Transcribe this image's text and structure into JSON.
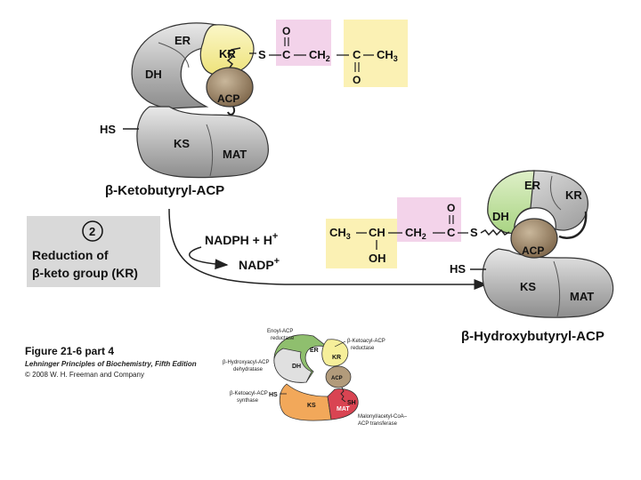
{
  "top_complex": {
    "domains": {
      "er": "ER",
      "kr": "KR",
      "dh": "DH",
      "acp": "ACP",
      "ks": "KS",
      "mat": "MAT"
    },
    "hs": "HS",
    "thioester_s": "S",
    "oxygen_top": "O",
    "oxygen_bottom": "O",
    "carbon_1": "C",
    "ch2": "CH",
    "ch2_sub": "2",
    "carbon_3": "C",
    "ch3": "CH",
    "ch3_sub": "3",
    "name": "β-Ketobutyryl-ACP"
  },
  "step": {
    "number": "2",
    "line1": "Reduction of",
    "line2": "β-keto group (KR)"
  },
  "reaction": {
    "cofactor_in": "NADPH + H",
    "cofactor_in_sup": "+",
    "cofactor_out": "NADP",
    "cofactor_out_sup": "+"
  },
  "bottom_complex": {
    "domains": {
      "er": "ER",
      "kr": "KR",
      "dh": "DH",
      "acp": "ACP",
      "ks": "KS",
      "mat": "MAT"
    },
    "hs": "HS",
    "ch3": "CH",
    "ch3_sub": "3",
    "ch": "CH",
    "oh": "OH",
    "ch2": "CH",
    "ch2_sub": "2",
    "carbon": "C",
    "oxygen": "O",
    "thioester_s": "S",
    "name": "β-Hydroxybutyryl-ACP"
  },
  "caption": {
    "title": "Figure 21-6 part 4",
    "book": "Lehninger Principles of Biochemistry, Fifth Edition",
    "copyright": "© 2008 W. H. Freeman and Company"
  },
  "key_diagram": {
    "domains": {
      "er": "ER",
      "kr": "KR",
      "dh": "DH",
      "acp": "ACP",
      "ks": "KS",
      "mat": "MAT"
    },
    "hs": "HS",
    "sh": "SH",
    "labels": {
      "er_1": "Enoyl-ACP",
      "er_2": "reductase",
      "kr_1": "β-Ketoacyl-ACP",
      "kr_2": "reductase",
      "dh_1": "β-Hydroxyacyl-ACP",
      "dh_2": "dehydratase",
      "ks_1": "β-Ketoacyl-ACP",
      "ks_2": "synthase",
      "mat_1": "Malonyl/acetyl-CoA–",
      "mat_2": "ACP transferase"
    }
  },
  "colors": {
    "pink_box": "#f3d3ea",
    "yellow_box": "#fbf1b4",
    "gray_panel": "#d9d9d9",
    "kr_yellow": "#f6ef9a",
    "er_green": "#c8e6a6",
    "acp_brown": "#9c8468"
  }
}
